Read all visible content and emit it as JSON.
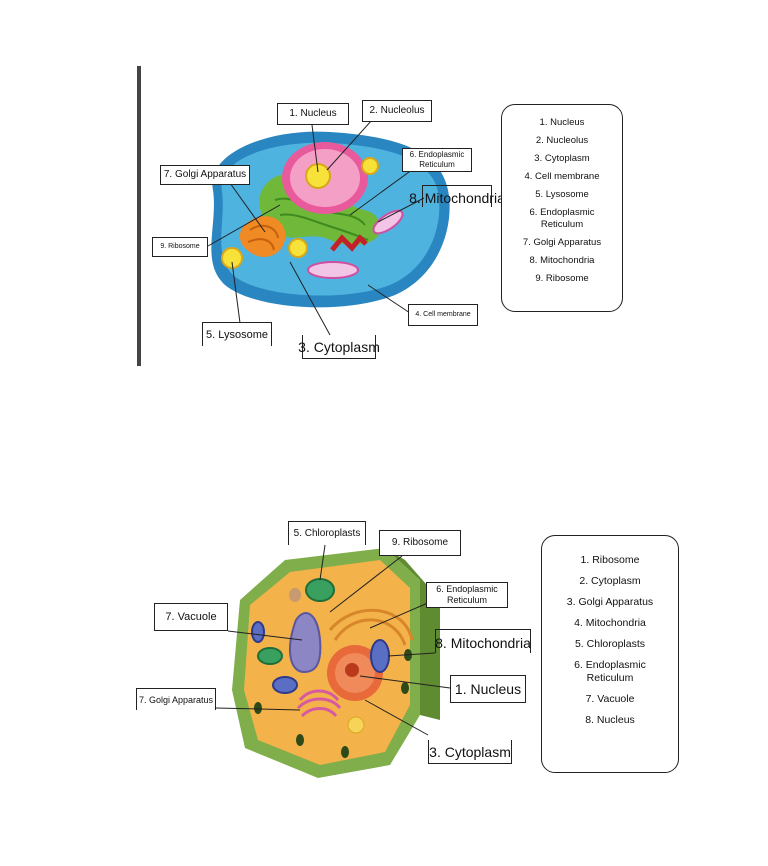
{
  "animal_cell": {
    "labels": {
      "nucleus": "1. Nucleus",
      "nucleolus": "2. Nucleolus",
      "er": "6. Endoplasmic Reticulum",
      "golgi": "7. Golgi Apparatus",
      "mitochondria": "8. Mitochondria",
      "ribosome": "9. Ribosome",
      "cell_membrane": "4. Cell membrane",
      "lysosome": "5. Lysosome",
      "cytoplasm": "3. Cytoplasm"
    },
    "key": [
      "1. Nucleus",
      "2. Nucleolus",
      "3. Cytoplasm",
      "4. Cell membrane",
      "5. Lysosome",
      "6. Endoplasmic Reticulum",
      "7. Golgi Apparatus",
      "8. Mitochondria",
      "9. Ribosome"
    ]
  },
  "plant_cell": {
    "labels": {
      "chloroplasts": "5. Chloroplasts",
      "ribosome": "9. Ribosome",
      "er": "6. Endoplasmic Reticulum",
      "vacuole": "7. Vacuole",
      "mitochondria": "8. Mitochondria",
      "golgi": "7. Golgi Apparatus",
      "nucleus": "1. Nucleus",
      "cytoplasm": "3. Cytoplasm"
    },
    "key": [
      "1. Ribosome",
      "2. Cytoplasm",
      "3. Golgi Apparatus",
      "4. Mitochondria",
      "5. Chloroplasts",
      "6. Endoplasmic Reticulum",
      "7. Vacuole",
      "8. Nucleus"
    ]
  },
  "colors": {
    "animal_cytoplasm": "#4fb3e0",
    "animal_membrane": "#2a86c0",
    "nucleus_pink": "#e85a9c",
    "er_green": "#6fb83a",
    "golgi_orange": "#f08a24",
    "plant_wall": "#7fae4a",
    "plant_cytoplasm": "#f3b24a",
    "vacuole": "#8c86c4"
  }
}
